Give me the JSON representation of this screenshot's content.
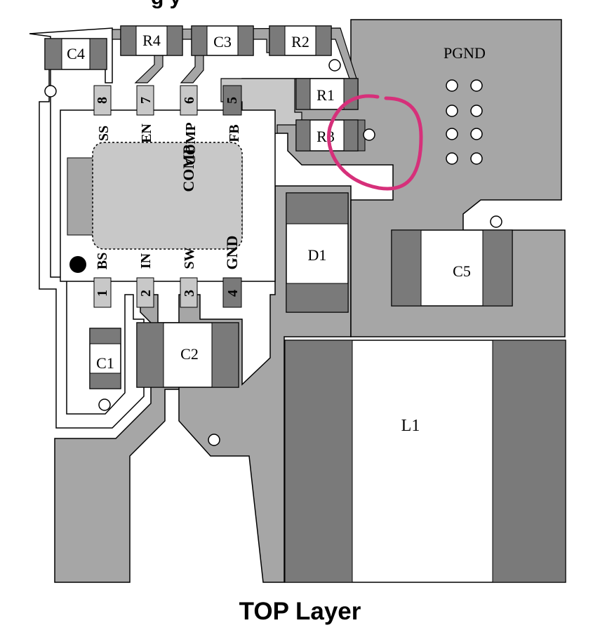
{
  "caption": "TOP Layer",
  "header_fragment": "g     y",
  "labels": {
    "pgnd": "PGND",
    "c1": "C1",
    "c2": "C2",
    "c3": "C3",
    "c4": "C4",
    "c5": "C5",
    "r1": "R1",
    "r2": "R2",
    "r3": "R3",
    "r4": "R4",
    "d1": "D1",
    "l1": "L1"
  },
  "ic": {
    "top_pins": [
      {
        "num": "8",
        "name": "SS"
      },
      {
        "num": "7",
        "name": "EN"
      },
      {
        "num": "6",
        "name": "COMP"
      },
      {
        "num": "5",
        "name": "FB"
      }
    ],
    "bottom_pins": [
      {
        "num": "1",
        "name": "BS"
      },
      {
        "num": "2",
        "name": "IN"
      },
      {
        "num": "3",
        "name": "SW"
      },
      {
        "num": "4",
        "name": "GND"
      }
    ],
    "pad_label": "COMP"
  },
  "colors": {
    "copper_dark": "#a6a6a6",
    "copper_light": "#c8c8c8",
    "pad_dark": "#7a7a7a",
    "pad_light": "#cccccc",
    "highlight": "#d6307a"
  }
}
